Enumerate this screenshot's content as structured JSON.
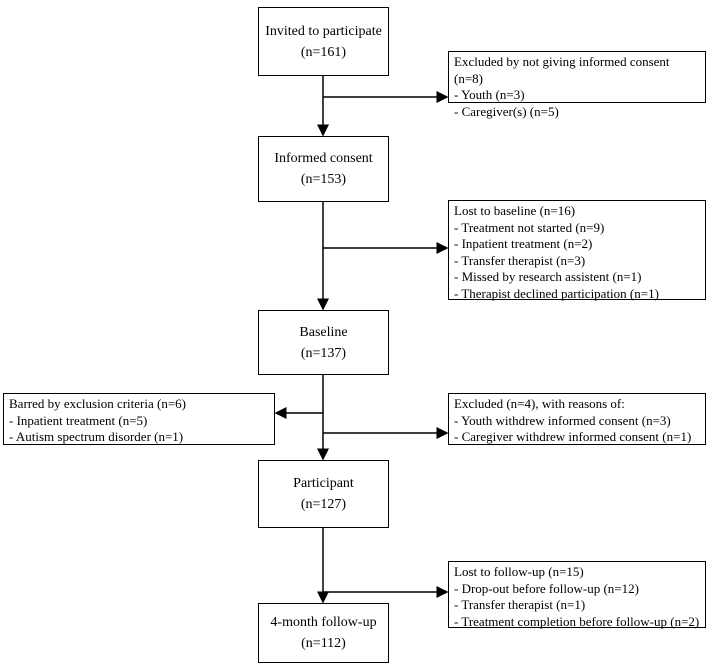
{
  "main_boxes": [
    {
      "title": "Invited to participate",
      "count": "(n=161)"
    },
    {
      "title": "Informed consent",
      "count": "(n=153)"
    },
    {
      "title": "Baseline",
      "count": "(n=137)"
    },
    {
      "title": "Participant",
      "count": "(n=127)"
    },
    {
      "title": "4-month follow-up",
      "count": "(n=112)"
    }
  ],
  "side_boxes": {
    "no_consent": {
      "title": "Excluded by not giving informed consent (n=8)",
      "items": [
        "- Youth (n=3)",
        "- Caregiver(s) (n=5)"
      ]
    },
    "lost_baseline": {
      "title": "Lost to baseline (n=16)",
      "items": [
        "- Treatment not started (n=9)",
        "- Inpatient treatment (n=2)",
        "- Transfer therapist (n=3)",
        "- Missed by research assistent (n=1)",
        "- Therapist declined participation (n=1)"
      ]
    },
    "barred": {
      "title": "Barred by exclusion criteria (n=6)",
      "items": [
        "- Inpatient treatment (n=5)",
        "- Autism spectrum disorder (n=1)"
      ]
    },
    "excluded": {
      "title": "Excluded (n=4), with reasons of:",
      "items": [
        "- Youth withdrew informed consent (n=3)",
        "- Caregiver withdrew informed consent (n=1)"
      ]
    },
    "lost_followup": {
      "title": "Lost to follow-up (n=15)",
      "items": [
        "- Drop-out before follow-up (n=12)",
        "- Transfer therapist (n=1)",
        "- Treatment completion before follow-up (n=2)"
      ]
    }
  }
}
